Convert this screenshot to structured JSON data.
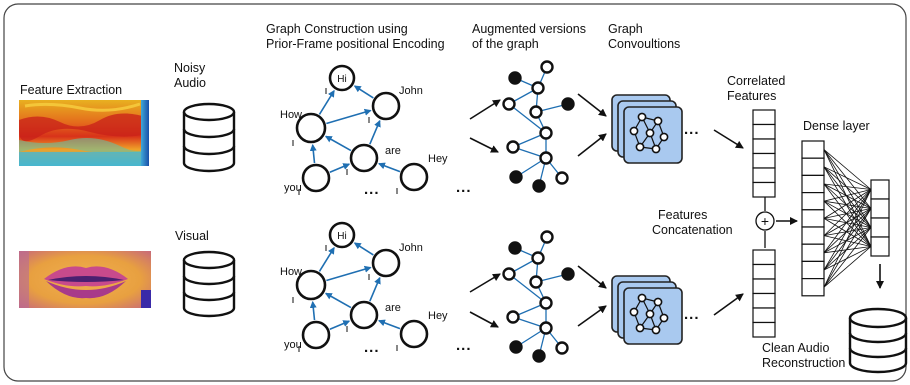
{
  "labels": {
    "feature_extraction": "Feature Extraction",
    "noisy_audio_l1": "Noisy",
    "noisy_audio_l2": "Audio",
    "visual": "Visual",
    "graph_construction_l1": "Graph Construction using",
    "graph_construction_l2": "Prior-Frame positional Encoding",
    "augmented_l1": "Augmented versions",
    "augmented_l2": "of the graph",
    "graph_conv_l1": "Graph",
    "graph_conv_l2": "Convoultions",
    "correlated_l1": "Correlated",
    "correlated_l2": "Features",
    "concat_l1": "Features",
    "concat_l2": "Concatenation",
    "dense_layer": "Dense layer",
    "clean_audio_l1": "Clean Audio",
    "clean_audio_l2": "Reconstruction",
    "plus": "+",
    "ellipsis": "..."
  },
  "graph_words": [
    "Hi",
    "John",
    "How",
    "are",
    "Hey",
    "you"
  ],
  "colors": {
    "node_stroke": "#111111",
    "edge_blue": "#1f6fb2",
    "conv_fill": "#a9c9ef",
    "conv_stroke": "#222222"
  }
}
